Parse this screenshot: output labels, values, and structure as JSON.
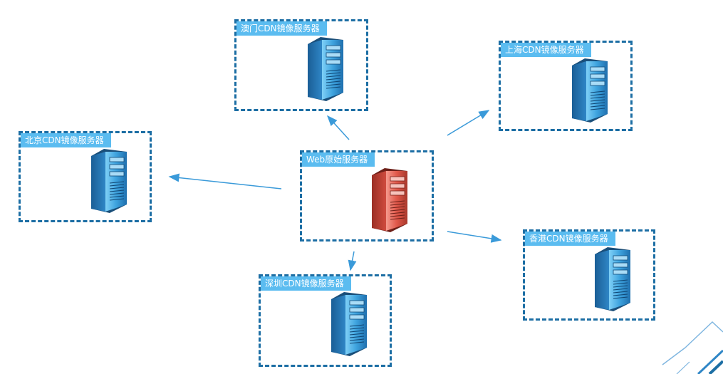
{
  "nodes": {
    "origin": {
      "label": "Web原始服务器"
    },
    "macau": {
      "label": "澳门CDN镜像服务器"
    },
    "shanghai": {
      "label": "上海CDN镜像服务器"
    },
    "beijing": {
      "label": "北京CDN镜像服务器"
    },
    "hongkong": {
      "label": "香港CDN镜像服务器"
    },
    "shenzhen": {
      "label": "深圳CDN镜像服务器"
    }
  },
  "colors": {
    "mirror_server": "#3b9fd8",
    "origin_server": "#e05a4c",
    "border": "#1c6ea4",
    "label_bg": "#5bbcf0",
    "arrow": "#3a9ad9"
  },
  "icons": {
    "mirror": "server-tower-icon",
    "origin": "server-tower-icon"
  }
}
